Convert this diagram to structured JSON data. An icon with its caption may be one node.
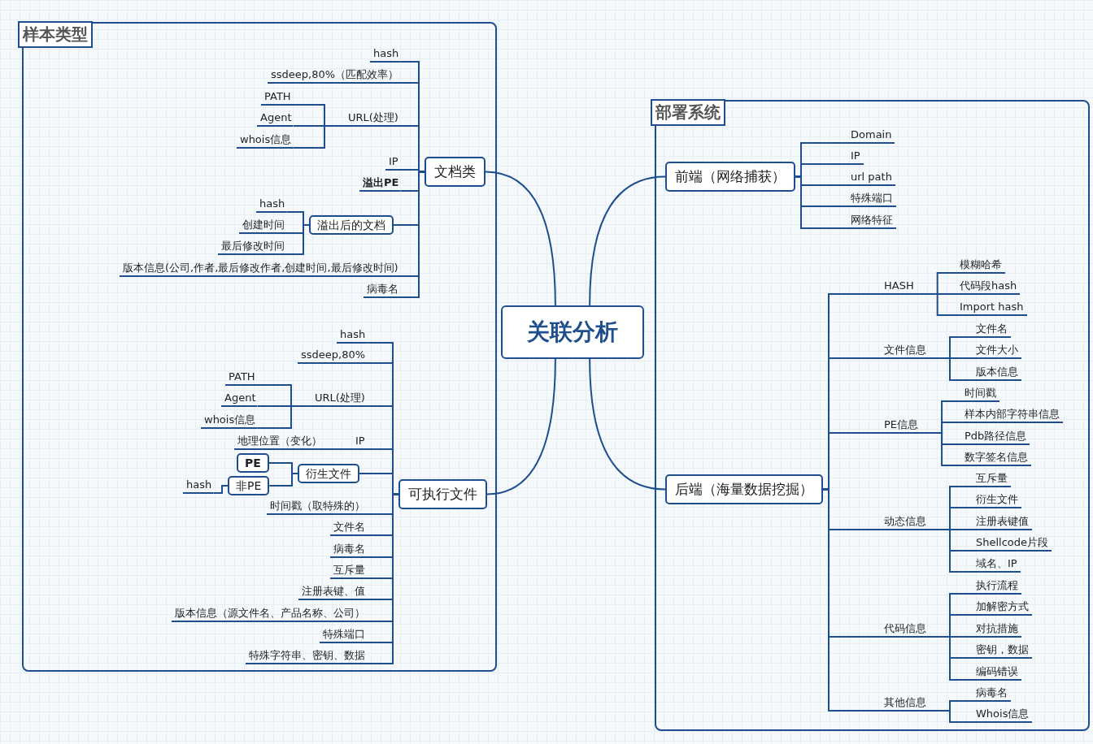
{
  "diagram": {
    "nodes": [
      {
        "text": [
          "样本类型"
        ]
      },
      {
        "text": [
          "文档类"
        ],
        "in": 0
      },
      {
        "text": [
          "hash"
        ],
        "in": 0
      },
      {
        "text": [
          "ssdeep,80%（匹配效率）"
        ],
        "in": 0
      },
      {
        "text": [
          "URL(处理)"
        ],
        "in": 0
      },
      {
        "text": [
          "PATH"
        ],
        "in": 0
      },
      {
        "text": [
          "Agent"
        ],
        "in": 0
      },
      {
        "text": [
          "whois信息"
        ],
        "in": 0
      },
      {
        "text": [
          "IP"
        ],
        "in": 0
      },
      {
        "text": [
          "溢出PE"
        ],
        "in": 0
      },
      {
        "text": [
          "溢出后的文档"
        ],
        "in": 0
      },
      {
        "text": [
          "hash"
        ],
        "in": 0
      },
      {
        "text": [
          "创建时间"
        ],
        "in": 0
      },
      {
        "text": [
          "最后修改时间"
        ],
        "in": 0
      },
      {
        "text": [
          "版本信息(公司,作者,最后修改作者,创建时间,最后修改时间)"
        ],
        "in": 0
      },
      {
        "text": [
          "病毒名"
        ],
        "in": 0
      },
      {
        "text": [
          "可执行文件"
        ],
        "in": 0
      },
      {
        "text": [
          "hash"
        ],
        "in": 0
      },
      {
        "text": [
          "ssdeep,80%"
        ],
        "in": 0
      },
      {
        "text": [
          "URL(处理)"
        ],
        "in": 0
      },
      {
        "text": [
          "PATH"
        ],
        "in": 0
      },
      {
        "text": [
          "Agent"
        ],
        "in": 0
      },
      {
        "text": [
          "whois信息"
        ],
        "in": 0
      },
      {
        "text": [
          "IP"
        ],
        "in": 0
      },
      {
        "text": [
          "地理位置（变化）"
        ],
        "in": 0
      },
      {
        "text": [
          "衍生文件"
        ],
        "in": 0
      },
      {
        "text": [
          "PE"
        ],
        "in": 0
      },
      {
        "text": [
          "非PE"
        ],
        "in": 0
      },
      {
        "text": [
          "hash"
        ],
        "in": 0
      },
      {
        "text": [
          "时间戳（取特殊的）"
        ],
        "in": 0
      },
      {
        "text": [
          "文件名"
        ],
        "in": 0
      },
      {
        "text": [
          "病毒名"
        ],
        "in": 0
      },
      {
        "text": [
          "互斥量"
        ],
        "in": 0
      },
      {
        "text": [
          "注册表键、值"
        ],
        "in": 0
      },
      {
        "text": [
          "版本信息（源文件名、产品名称、公司）"
        ],
        "in": 0
      },
      {
        "text": [
          "特殊端口"
        ],
        "in": 0
      },
      {
        "text": [
          "特殊字符串、密钥、数据"
        ],
        "in": 0
      },
      {
        "text": [
          "关联分析"
        ]
      },
      {
        "text": [
          "部署系统"
        ]
      },
      {
        "text": [
          "前端（网络捕获）"
        ],
        "in": 38
      },
      {
        "text": [
          "Domain"
        ],
        "in": 38
      },
      {
        "text": [
          "IP"
        ],
        "in": 38
      },
      {
        "text": [
          "url path"
        ],
        "in": 38
      },
      {
        "text": [
          "特殊端口"
        ],
        "in": 38
      },
      {
        "text": [
          "网络特征"
        ],
        "in": 38
      },
      {
        "text": [
          "后端（海量数据挖掘）"
        ],
        "in": 38
      },
      {
        "text": [
          "HASH"
        ],
        "in": 38
      },
      {
        "text": [
          "模糊哈希"
        ],
        "in": 38
      },
      {
        "text": [
          "代码段hash"
        ],
        "in": 38
      },
      {
        "text": [
          "Import hash"
        ],
        "in": 38
      },
      {
        "text": [
          "文件信息"
        ],
        "in": 38
      },
      {
        "text": [
          "文件名"
        ],
        "in": 38
      },
      {
        "text": [
          "文件大小"
        ],
        "in": 38
      },
      {
        "text": [
          "版本信息"
        ],
        "in": 38
      },
      {
        "text": [
          "PE信息"
        ],
        "in": 38
      },
      {
        "text": [
          "时间戳"
        ],
        "in": 38
      },
      {
        "text": [
          "样本内部字符串信息"
        ],
        "in": 38
      },
      {
        "text": [
          "Pdb路径信息"
        ],
        "in": 38
      },
      {
        "text": [
          "数字签名信息"
        ],
        "in": 38
      },
      {
        "text": [
          "动态信息"
        ],
        "in": 38
      },
      {
        "text": [
          "互斥量"
        ],
        "in": 38
      },
      {
        "text": [
          "衍生文件"
        ],
        "in": 38
      },
      {
        "text": [
          "注册表键值"
        ],
        "in": 38
      },
      {
        "text": [
          "Shellcode片段"
        ],
        "in": 38
      },
      {
        "text": [
          "域名、IP"
        ],
        "in": 38
      },
      {
        "text": [
          "代码信息"
        ],
        "in": 38
      },
      {
        "text": [
          "执行流程"
        ],
        "in": 38
      },
      {
        "text": [
          "加解密方式"
        ],
        "in": 38
      },
      {
        "text": [
          "对抗措施"
        ],
        "in": 38
      },
      {
        "text": [
          "密钥，数据"
        ],
        "in": 38
      },
      {
        "text": [
          "编码错误"
        ],
        "in": 38
      },
      {
        "text": [
          "其他信息"
        ],
        "in": 38
      },
      {
        "text": [
          "病毒名"
        ],
        "in": 38
      },
      {
        "text": [
          "Whois信息"
        ],
        "in": 38
      }
    ],
    "edges": [
      {
        "from": 1,
        "to": 37,
        "arrow": "none"
      },
      {
        "from": 16,
        "to": 37,
        "arrow": "none"
      },
      {
        "from": 37,
        "to": 39,
        "arrow": "none"
      },
      {
        "from": 37,
        "to": 45,
        "arrow": "none"
      },
      {
        "from": 2,
        "to": 1,
        "arrow": "none"
      },
      {
        "from": 3,
        "to": 1,
        "arrow": "none"
      },
      {
        "from": 4,
        "to": 1,
        "arrow": "none"
      },
      {
        "from": 5,
        "to": 4,
        "arrow": "none"
      },
      {
        "from": 6,
        "to": 4,
        "arrow": "none"
      },
      {
        "from": 7,
        "to": 4,
        "arrow": "none"
      },
      {
        "from": 8,
        "to": 1,
        "arrow": "none"
      },
      {
        "from": 9,
        "to": 1,
        "arrow": "none"
      },
      {
        "from": 10,
        "to": 1,
        "arrow": "none"
      },
      {
        "from": 11,
        "to": 10,
        "arrow": "none"
      },
      {
        "from": 12,
        "to": 10,
        "arrow": "none"
      },
      {
        "from": 13,
        "to": 10,
        "arrow": "none"
      },
      {
        "from": 14,
        "to": 1,
        "arrow": "none"
      },
      {
        "from": 15,
        "to": 1,
        "arrow": "none"
      },
      {
        "from": 17,
        "to": 16,
        "arrow": "none"
      },
      {
        "from": 18,
        "to": 16,
        "arrow": "none"
      },
      {
        "from": 19,
        "to": 16,
        "arrow": "none"
      },
      {
        "from": 20,
        "to": 19,
        "arrow": "none"
      },
      {
        "from": 21,
        "to": 19,
        "arrow": "none"
      },
      {
        "from": 22,
        "to": 19,
        "arrow": "none"
      },
      {
        "from": 23,
        "to": 16,
        "arrow": "none"
      },
      {
        "from": 24,
        "to": 23,
        "arrow": "none"
      },
      {
        "from": 25,
        "to": 16,
        "arrow": "none"
      },
      {
        "from": 26,
        "to": 25,
        "arrow": "none"
      },
      {
        "from": 27,
        "to": 25,
        "arrow": "none"
      },
      {
        "from": 28,
        "to": 27,
        "arrow": "none"
      },
      {
        "from": 29,
        "to": 16,
        "arrow": "none"
      },
      {
        "from": 30,
        "to": 16,
        "arrow": "none"
      },
      {
        "from": 31,
        "to": 16,
        "arrow": "none"
      },
      {
        "from": 32,
        "to": 16,
        "arrow": "none"
      },
      {
        "from": 33,
        "to": 16,
        "arrow": "none"
      },
      {
        "from": 34,
        "to": 16,
        "arrow": "none"
      },
      {
        "from": 35,
        "to": 16,
        "arrow": "none"
      },
      {
        "from": 36,
        "to": 16,
        "arrow": "none"
      },
      {
        "from": 39,
        "to": 40,
        "arrow": "none"
      },
      {
        "from": 39,
        "to": 41,
        "arrow": "none"
      },
      {
        "from": 39,
        "to": 42,
        "arrow": "none"
      },
      {
        "from": 39,
        "to": 43,
        "arrow": "none"
      },
      {
        "from": 39,
        "to": 44,
        "arrow": "none"
      },
      {
        "from": 45,
        "to": 46,
        "arrow": "none"
      },
      {
        "from": 46,
        "to": 47,
        "arrow": "none"
      },
      {
        "from": 46,
        "to": 48,
        "arrow": "none"
      },
      {
        "from": 46,
        "to": 49,
        "arrow": "none"
      },
      {
        "from": 45,
        "to": 50,
        "arrow": "none"
      },
      {
        "from": 50,
        "to": 51,
        "arrow": "none"
      },
      {
        "from": 50,
        "to": 52,
        "arrow": "none"
      },
      {
        "from": 50,
        "to": 53,
        "arrow": "none"
      },
      {
        "from": 45,
        "to": 54,
        "arrow": "none"
      },
      {
        "from": 54,
        "to": 55,
        "arrow": "none"
      },
      {
        "from": 54,
        "to": 56,
        "arrow": "none"
      },
      {
        "from": 54,
        "to": 57,
        "arrow": "none"
      },
      {
        "from": 54,
        "to": 58,
        "arrow": "none"
      },
      {
        "from": 45,
        "to": 59,
        "arrow": "none"
      },
      {
        "from": 59,
        "to": 60,
        "arrow": "none"
      },
      {
        "from": 59,
        "to": 61,
        "arrow": "none"
      },
      {
        "from": 59,
        "to": 62,
        "arrow": "none"
      },
      {
        "from": 59,
        "to": 63,
        "arrow": "none"
      },
      {
        "from": 59,
        "to": 64,
        "arrow": "none"
      },
      {
        "from": 45,
        "to": 65,
        "arrow": "none"
      },
      {
        "from": 65,
        "to": 66,
        "arrow": "none"
      },
      {
        "from": 65,
        "to": 67,
        "arrow": "none"
      },
      {
        "from": 65,
        "to": 68,
        "arrow": "none"
      },
      {
        "from": 65,
        "to": 69,
        "arrow": "none"
      },
      {
        "from": 65,
        "to": 70,
        "arrow": "none"
      },
      {
        "from": 45,
        "to": 71,
        "arrow": "none"
      },
      {
        "from": 71,
        "to": 72,
        "arrow": "none"
      },
      {
        "from": 71,
        "to": 73,
        "arrow": "none"
      }
    ]
  }
}
